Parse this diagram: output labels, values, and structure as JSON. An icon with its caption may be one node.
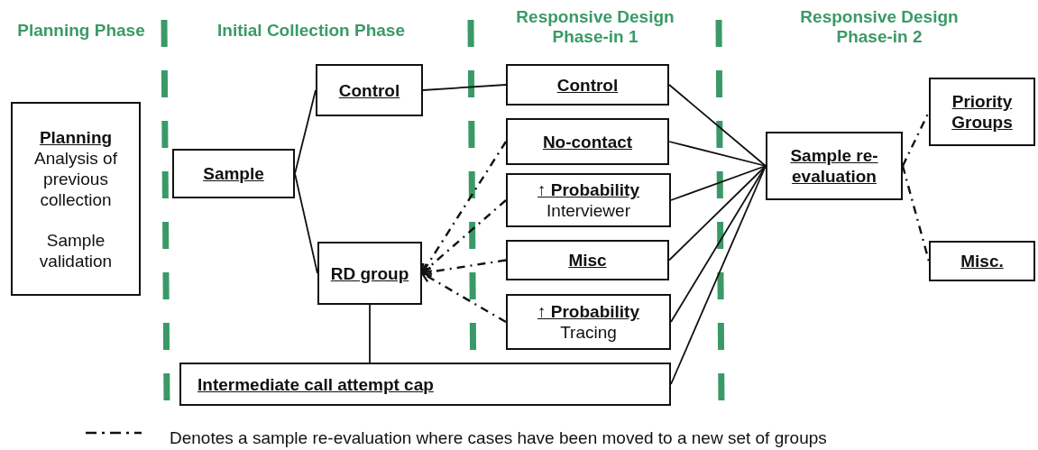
{
  "diagram": {
    "nodes": [
      {
        "text": [
          "Planning",
          "Analysis of previous collection",
          "Sample validation"
        ]
      },
      {
        "text": [
          "Sample"
        ]
      },
      {
        "text": [
          "Control"
        ]
      },
      {
        "text": [
          "RD group"
        ]
      },
      {
        "text": [
          "Intermediate call attempt cap"
        ]
      },
      {
        "text": [
          "Control"
        ]
      },
      {
        "text": [
          "No-contact"
        ]
      },
      {
        "text": [
          "↑ Probability",
          "Interviewer"
        ]
      },
      {
        "text": [
          "Misc"
        ]
      },
      {
        "text": [
          "↑ Probability",
          "Tracing"
        ]
      },
      {
        "text": [
          "Sample re-evaluation"
        ]
      },
      {
        "text": [
          "Priority Groups"
        ]
      },
      {
        "text": [
          "Misc."
        ]
      }
    ],
    "edges": [
      {
        "from": 1,
        "to": 2,
        "arrow": "none"
      },
      {
        "from": 1,
        "to": 3,
        "arrow": "none"
      },
      {
        "from": 2,
        "to": 5,
        "arrow": "none"
      },
      {
        "from": 3,
        "to": 4,
        "arrow": "none"
      },
      {
        "from": 6,
        "to": 3,
        "arrow": "to",
        "style": "dashed"
      },
      {
        "from": 7,
        "to": 3,
        "arrow": "to",
        "style": "dashed"
      },
      {
        "from": 8,
        "to": 3,
        "arrow": "to",
        "style": "dashed"
      },
      {
        "from": 9,
        "to": 3,
        "arrow": "to",
        "style": "dashed"
      },
      {
        "from": 5,
        "to": 10,
        "arrow": "none"
      },
      {
        "from": 6,
        "to": 10,
        "arrow": "none"
      },
      {
        "from": 7,
        "to": 10,
        "arrow": "none"
      },
      {
        "from": 8,
        "to": 10,
        "arrow": "none"
      },
      {
        "from": 9,
        "to": 10,
        "arrow": "none"
      },
      {
        "from": 4,
        "to": 10,
        "arrow": "none"
      },
      {
        "from": 10,
        "to": 11,
        "arrow": "none",
        "style": "dashed"
      },
      {
        "from": 10,
        "to": 12,
        "arrow": "none",
        "style": "dashed"
      }
    ],
    "labels": [
      "Planning Phase",
      "Initial Collection Phase",
      "Responsive Design Phase-in 1",
      "Responsive Design Phase-in 2"
    ],
    "legend": [
      {
        "text": "Denotes a sample re-evaluation where cases have been moved to a new set of groups"
      }
    ]
  }
}
